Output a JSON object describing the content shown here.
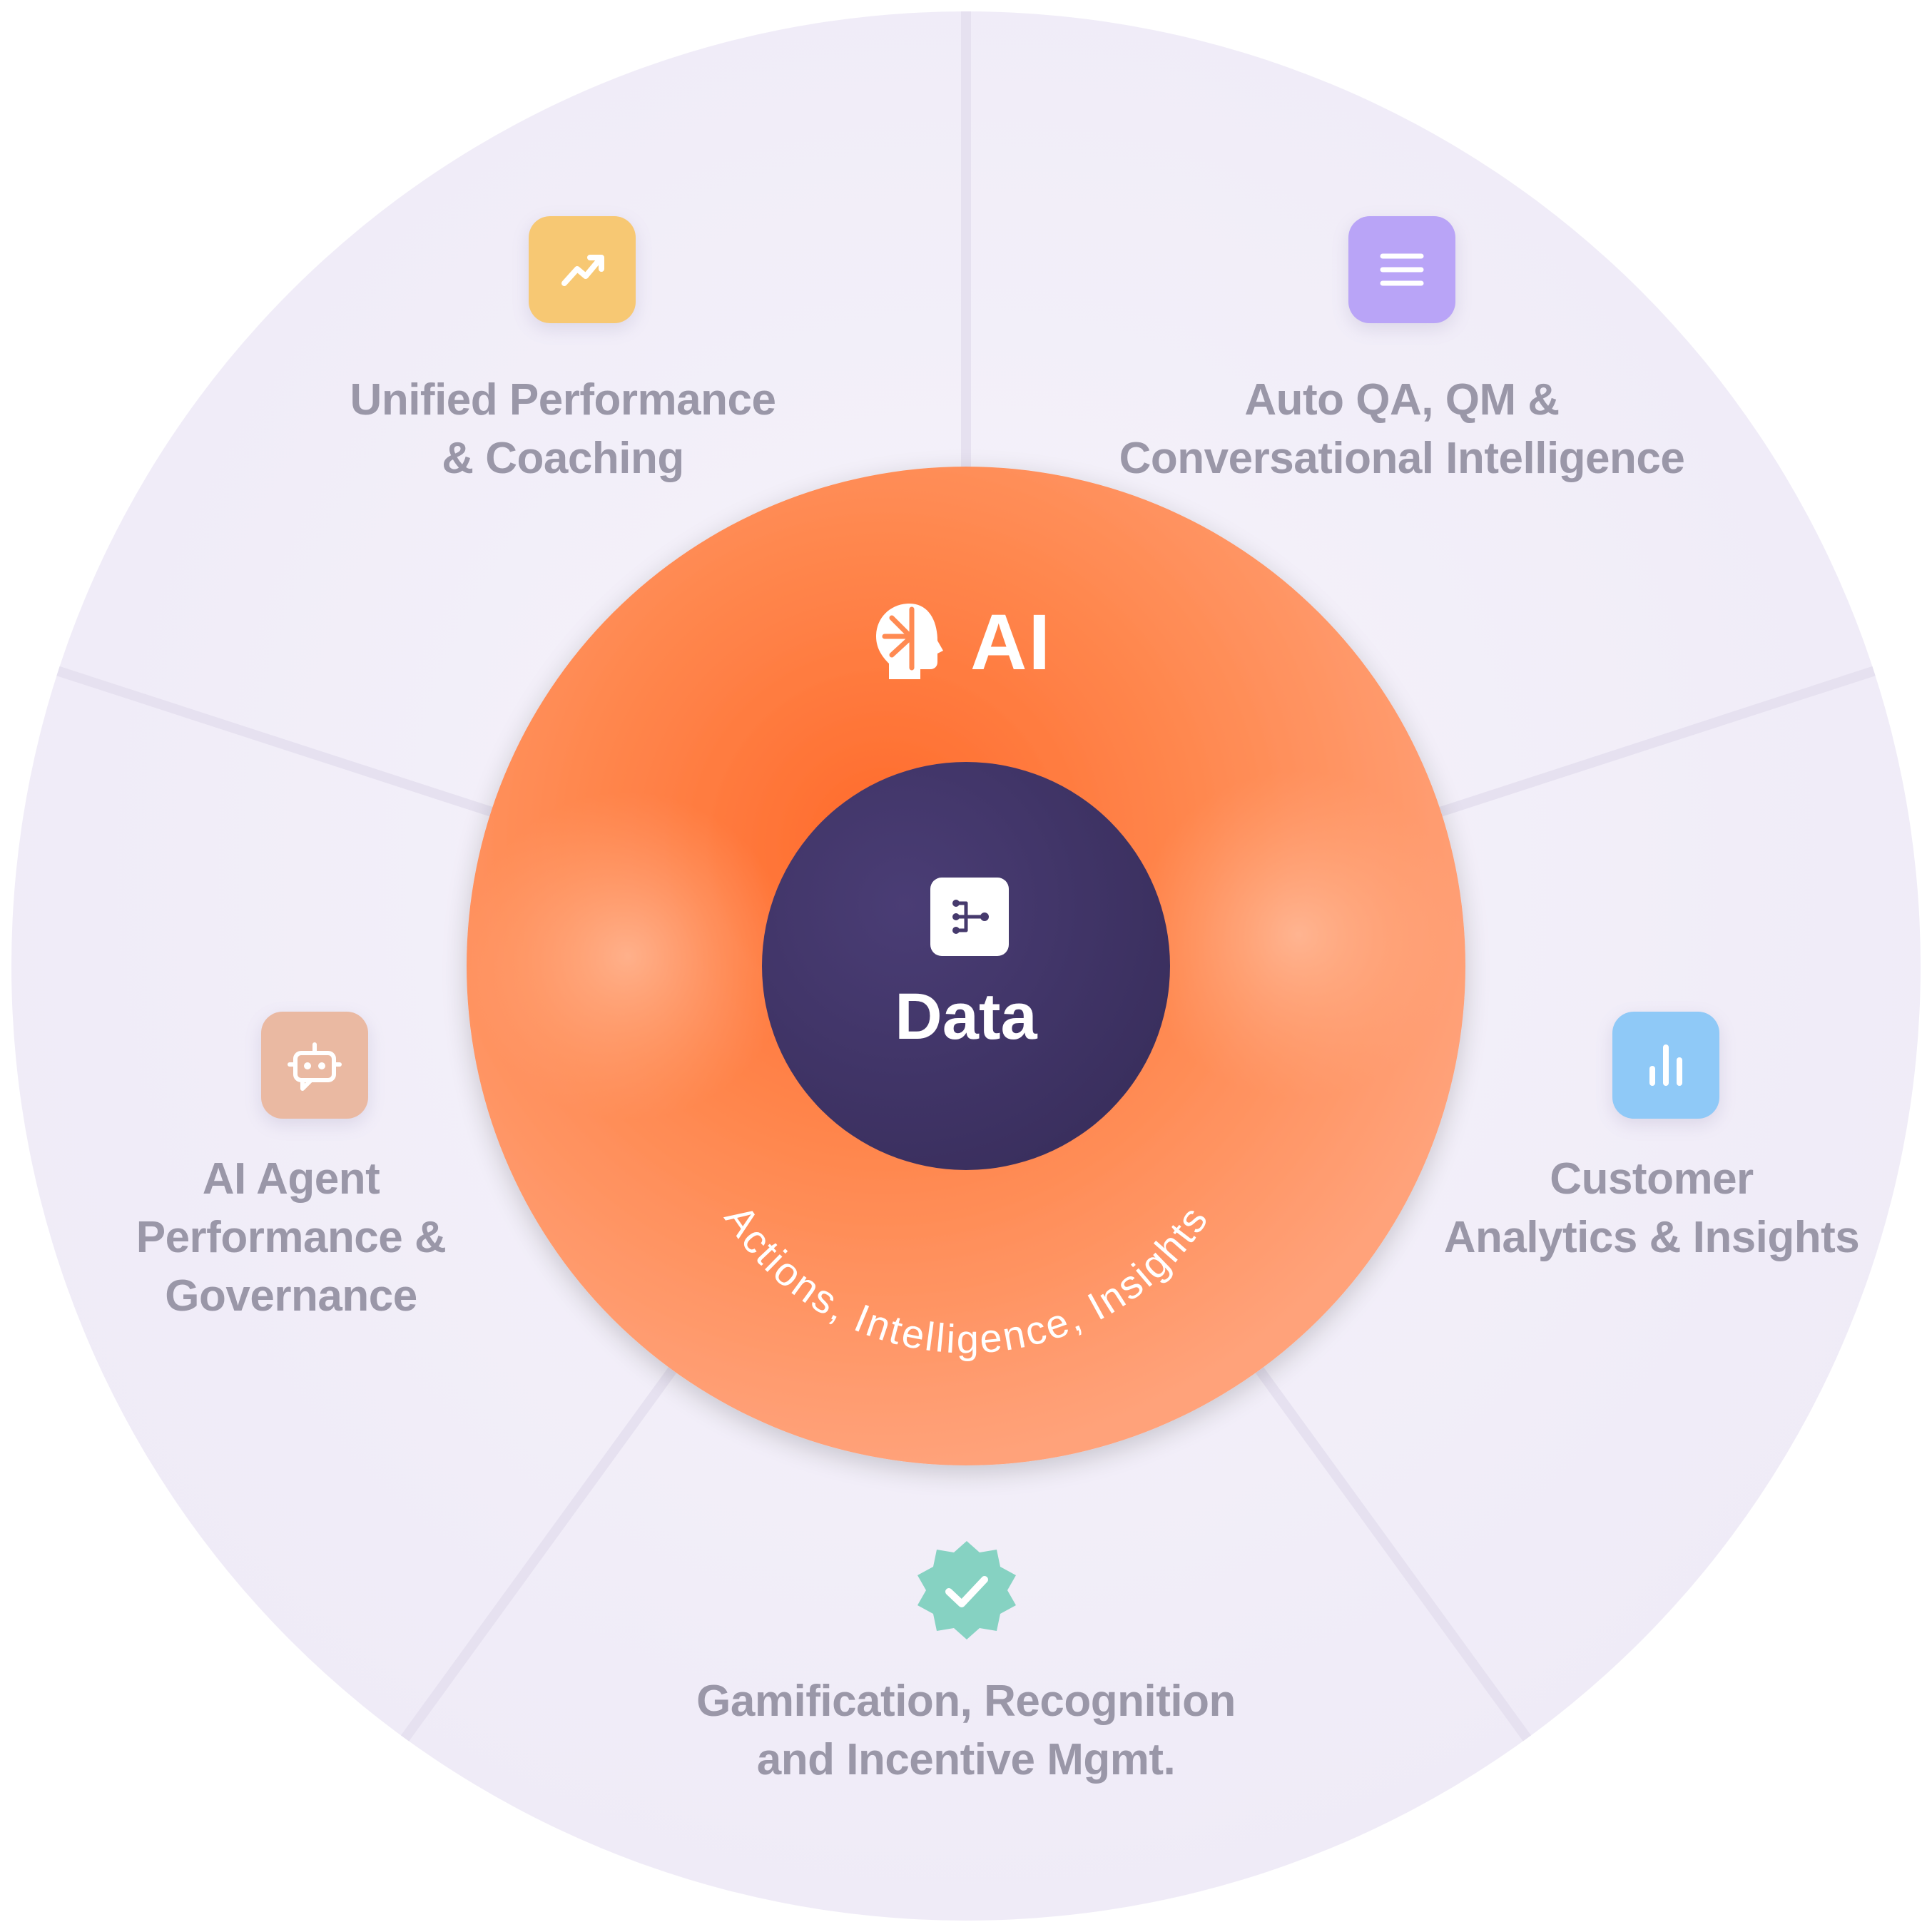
{
  "center": {
    "title": "Data",
    "icon": "data-flow-icon",
    "color": "#463a6d"
  },
  "ring": {
    "title": "AI",
    "icon": "ai-head-icon",
    "arc_text": "Actions, Intelligence, Insights",
    "color": "#ff7a3d"
  },
  "segments": [
    {
      "lines": [
        "Unified Performance",
        "& Coaching"
      ],
      "icon": "trending-up-icon",
      "tile_color": "#f7c873"
    },
    {
      "lines": [
        "Auto QA, QM &",
        "Conversational Intelligence"
      ],
      "icon": "menu-lines-icon",
      "tile_color": "#b9a4f7"
    },
    {
      "lines": [
        "Customer",
        "Analytics & Insights"
      ],
      "icon": "bar-chart-icon",
      "tile_color": "#8fc9f7"
    },
    {
      "lines": [
        "Gamification, Recognition",
        "and Incentive Mgmt."
      ],
      "icon": "verified-badge-icon",
      "tile_color": "#86d2c2"
    },
    {
      "lines": [
        "AI Agent",
        "Performance &",
        "Governance"
      ],
      "icon": "chatbot-icon",
      "tile_color": "#eab9a2"
    }
  ]
}
